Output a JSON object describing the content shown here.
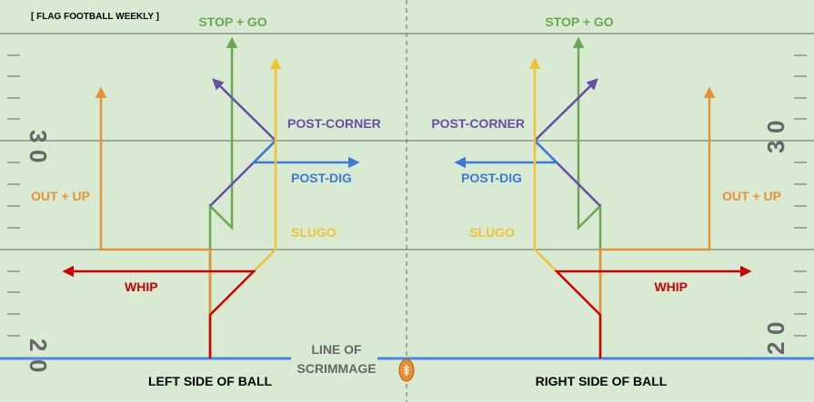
{
  "brand": "[ FLAG FOOTBALL WEEKLY ]",
  "yard_numbers": {
    "upper_digit_1": "3",
    "upper_digit_2": "0",
    "lower_digit_1": "2",
    "lower_digit_2": "0"
  },
  "line_of_scrimmage": {
    "line1": "LINE OF",
    "line2": "SCRIMMAGE"
  },
  "sides": {
    "left": "LEFT SIDE OF BALL",
    "right": "RIGHT SIDE OF BALL"
  },
  "routes": {
    "stop_go": {
      "label": "STOP + GO",
      "color": "#6aa84f"
    },
    "post_corner": {
      "label": "POST-CORNER",
      "color": "#674ea7"
    },
    "post_dig": {
      "label": "POST-DIG",
      "color": "#3c78d8"
    },
    "out_up": {
      "label": "OUT + UP",
      "color": "#e69138"
    },
    "slugo": {
      "label": "SLUGO",
      "color": "#f1c232"
    },
    "whip": {
      "label": "WHIP",
      "color": "#cc0000"
    }
  },
  "colors": {
    "field": "#d9ead3",
    "scrimmage_line": "#4a86e8",
    "ball": "#e69138",
    "yard_lines": "#666666"
  }
}
